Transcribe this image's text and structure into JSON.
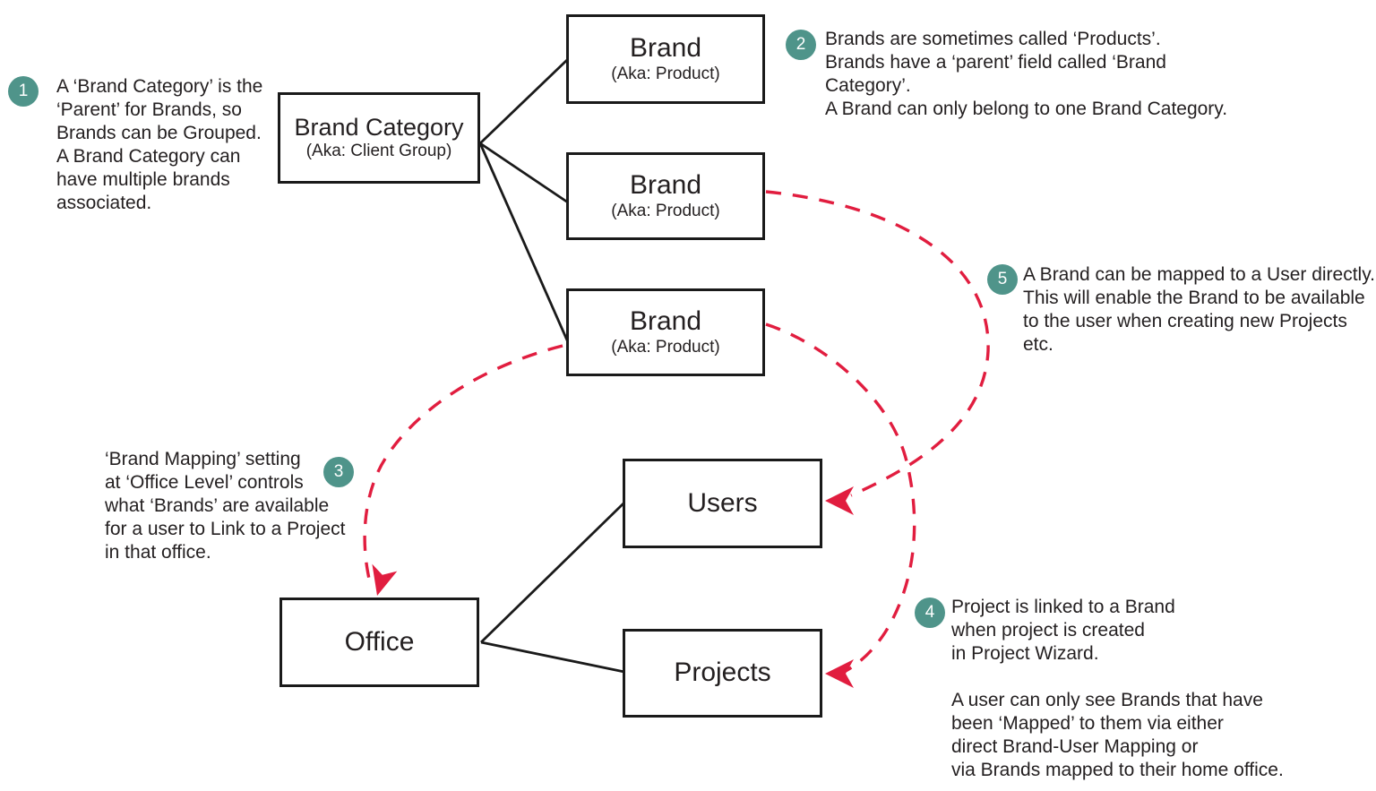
{
  "boxes": {
    "brand_category": {
      "title": "Brand Category",
      "subtitle": "(Aka: Client Group)"
    },
    "brand_top": {
      "title": "Brand",
      "subtitle": "(Aka: Product)"
    },
    "brand_middle": {
      "title": "Brand",
      "subtitle": "(Aka: Product)"
    },
    "brand_bottom": {
      "title": "Brand",
      "subtitle": "(Aka: Product)"
    },
    "users": {
      "title": "Users"
    },
    "office": {
      "title": "Office"
    },
    "projects": {
      "title": "Projects"
    }
  },
  "notes": {
    "n1": {
      "number": "1",
      "text": "A ‘Brand Category’ is the\n‘Parent’ for Brands, so\nBrands can be Grouped.\nA Brand Category can\nhave multiple brands\nassociated."
    },
    "n2": {
      "number": "2",
      "text": "Brands are sometimes called ‘Products’.\nBrands have a ‘parent’ field called ‘Brand Category’.\nA Brand can only belong to one Brand Category."
    },
    "n3": {
      "number": "3",
      "text": "‘Brand Mapping’ setting\nat ‘Office Level’ controls\nwhat ‘Brands’ are available\nfor a user to Link to a Project\nin that office."
    },
    "n4": {
      "number": "4",
      "text": "Project is linked to a Brand\nwhen project is created\nin Project Wizard.\n\nA user can only see Brands that have\nbeen ‘Mapped’ to them via either\ndirect Brand-User Mapping or\nvia Brands mapped to their home office."
    },
    "n5": {
      "number": "5",
      "text": "A Brand can be mapped to a User directly.\nThis will enable the Brand to be available\nto the user when creating new Projects etc."
    }
  },
  "colors": {
    "accent_teal": "#4f948a",
    "accent_red": "#e11d3f",
    "line_black": "#1a1a1a"
  }
}
